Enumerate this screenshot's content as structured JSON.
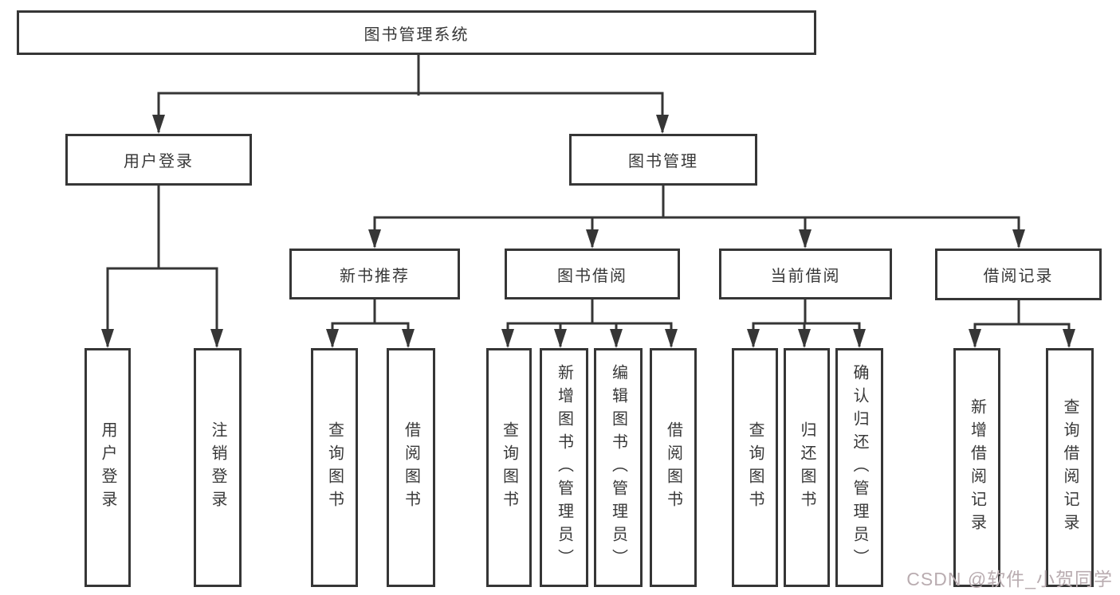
{
  "tree": {
    "root": "图书管理系统",
    "children": [
      {
        "label": "用户登录",
        "children": [
          {
            "label": "用户登录"
          },
          {
            "label": "注销登录"
          }
        ]
      },
      {
        "label": "图书管理",
        "children": [
          {
            "label": "新书推荐",
            "children": [
              {
                "label": "查询图书"
              },
              {
                "label": "借阅图书"
              }
            ]
          },
          {
            "label": "图书借阅",
            "children": [
              {
                "label": "查询图书"
              },
              {
                "label": "新增图书（管理员）"
              },
              {
                "label": "编辑图书（管理员）"
              },
              {
                "label": "借阅图书"
              }
            ]
          },
          {
            "label": "当前借阅",
            "children": [
              {
                "label": "查询图书"
              },
              {
                "label": "归还图书"
              },
              {
                "label": "确认归还（管理员）"
              }
            ]
          },
          {
            "label": "借阅记录",
            "children": [
              {
                "label": "新增借阅记录"
              },
              {
                "label": "查询借阅记录"
              }
            ]
          }
        ]
      }
    ]
  },
  "watermark": {
    "text": "CSDN @软件_小贺同学",
    "color": "#b9acb0"
  },
  "colors": {
    "line": "#363636",
    "box_border": "#363636",
    "box_background": "#ffffff",
    "text": "#383838",
    "page_background": "#ffffff"
  }
}
